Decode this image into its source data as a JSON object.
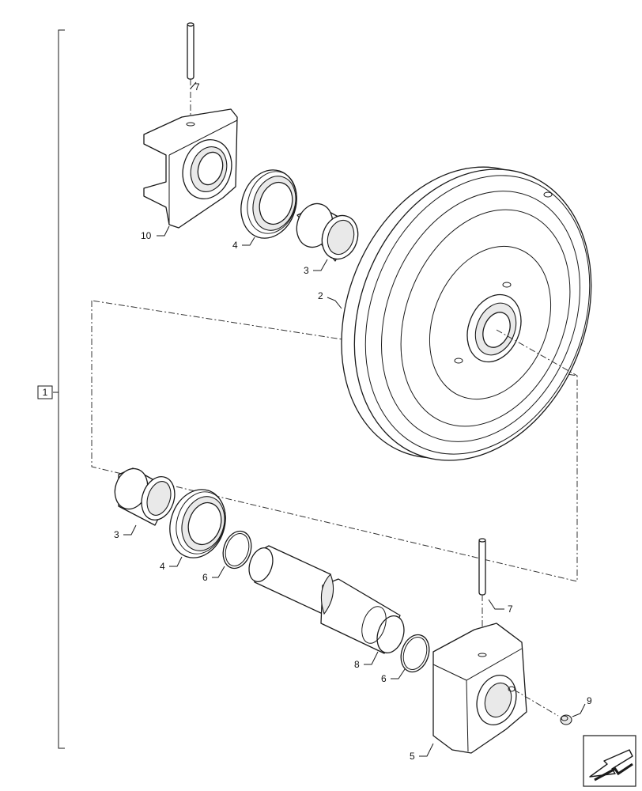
{
  "assembly": {
    "label": "1"
  },
  "callouts": [
    {
      "id": "c7a",
      "text": "7",
      "part": "pin"
    },
    {
      "id": "c10",
      "text": "10",
      "part": "bracket"
    },
    {
      "id": "c4a",
      "text": "4",
      "part": "seal"
    },
    {
      "id": "c3a",
      "text": "3",
      "part": "bushing"
    },
    {
      "id": "c2",
      "text": "2",
      "part": "idler-wheel"
    },
    {
      "id": "c3b",
      "text": "3",
      "part": "bushing"
    },
    {
      "id": "c4b",
      "text": "4",
      "part": "seal"
    },
    {
      "id": "c6a",
      "text": "6",
      "part": "o-ring"
    },
    {
      "id": "c8",
      "text": "8",
      "part": "shaft"
    },
    {
      "id": "c6b",
      "text": "6",
      "part": "o-ring"
    },
    {
      "id": "c7b",
      "text": "7",
      "part": "pin"
    },
    {
      "id": "c9",
      "text": "9",
      "part": "plug"
    },
    {
      "id": "c5",
      "text": "5",
      "part": "bracket"
    }
  ],
  "nav_icon": "arrow-back-icon"
}
